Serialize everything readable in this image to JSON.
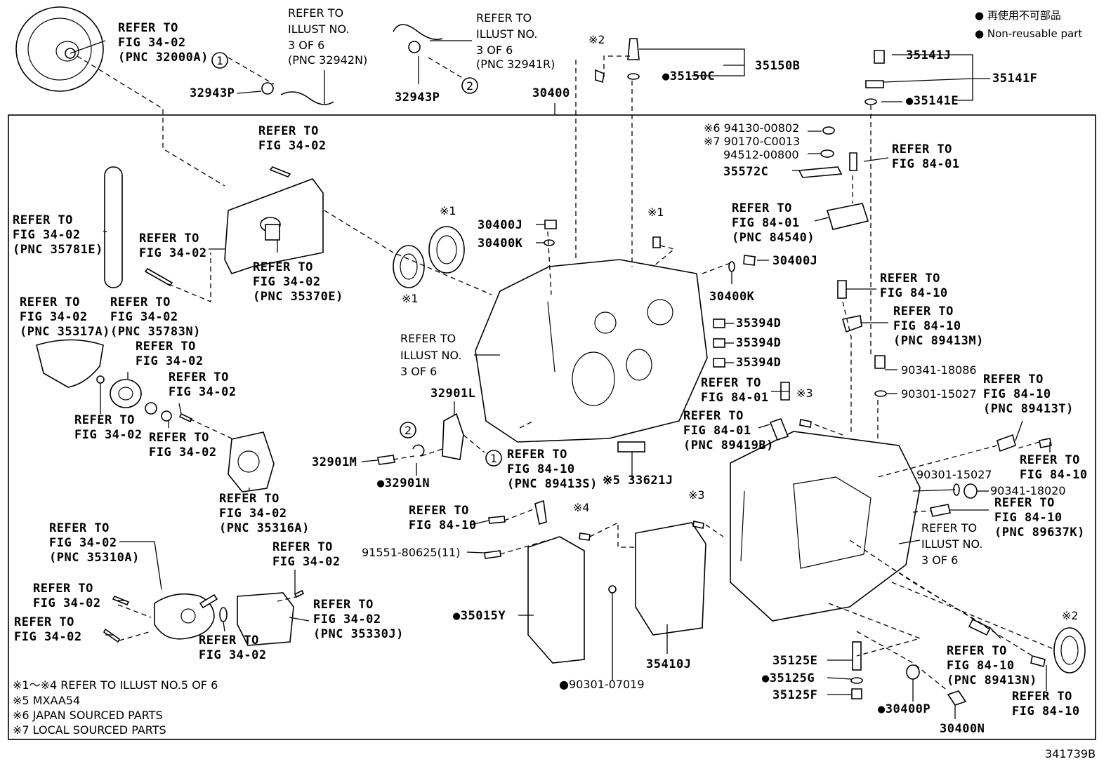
{
  "legend": {
    "line1": "● 再使用不可部品",
    "line2": "● Non-reusable part"
  },
  "diagram_id": "341739B",
  "footnotes": [
    "※1～※4 REFER TO ILLUST NO.5 OF 6",
    "※5 MXAA54",
    "※6 JAPAN SOURCED PARTS",
    "※7 LOCAL SOURCED PARTS"
  ],
  "refs": {
    "torque_converter": [
      "REFER TO",
      "FIG 34-02",
      "(PNC 32000A)"
    ],
    "hose_32942n": [
      "REFER TO",
      "ILLUST NO.",
      "3 OF 6",
      "(PNC 32942N)"
    ],
    "hose_32941r": [
      "REFER TO",
      "ILLUST NO.",
      "3 OF 6",
      "(PNC 32941R)"
    ],
    "bolt_top": [
      "REFER TO",
      "FIG 34-02"
    ],
    "chain": [
      "REFER TO",
      "FIG 34-02",
      "(PNC 35781E)"
    ],
    "bolt_left": [
      "REFER TO",
      "FIG 34-02"
    ],
    "plate_35370e": [
      "REFER TO",
      "FIG 34-02",
      "(PNC 35370E)"
    ],
    "cover_35317a": [
      "REFER TO",
      "FIG 34-02",
      "(PNC 35317A)"
    ],
    "gear_35783n": [
      "REFER TO",
      "FIG 34-02",
      "(PNC 35783N)"
    ],
    "ring_a": [
      "REFER TO",
      "FIG 34-02"
    ],
    "bolt_b": [
      "REFER TO",
      "FIG 34-02"
    ],
    "snap_a": [
      "REFER TO",
      "FIG 34-02"
    ],
    "snap_b": [
      "REFER TO",
      "FIG 34-02"
    ],
    "cover_35316a": [
      "REFER TO",
      "FIG 34-02",
      "(PNC 35316A)"
    ],
    "pump_35310a": [
      "REFER TO",
      "FIG 34-02",
      "(PNC 35310A)"
    ],
    "bolt_c": [
      "REFER TO",
      "FIG 34-02"
    ],
    "bolt_d": [
      "REFER TO",
      "FIG 34-02"
    ],
    "ring_b": [
      "REFER TO",
      "FIG 34-02"
    ],
    "bolt_e": [
      "REFER TO",
      "FIG 34-02"
    ],
    "strainer_35330j": [
      "REFER TO",
      "FIG 34-02",
      "(PNC 35330J)"
    ],
    "illust_3of6_center": [
      "REFER TO",
      "ILLUST NO.",
      "3 OF 6"
    ],
    "sensor_89413s": [
      "REFER TO",
      "FIG 84-10",
      "(PNC 89413S)"
    ],
    "bolt_8410_a": [
      "REFER TO",
      "FIG 84-10"
    ],
    "bolt_8401_a": [
      "REFER TO",
      "FIG 84-01"
    ],
    "switch_84540": [
      "REFER TO",
      "FIG 84-01",
      "(PNC 84540)"
    ],
    "bolt_8410_b": [
      "REFER TO",
      "FIG 84-10"
    ],
    "sensor_89413m": [
      "REFER TO",
      "FIG 84-10",
      "(PNC 89413M)"
    ],
    "bolt_8401_b": [
      "REFER TO",
      "FIG 84-01"
    ],
    "sensor_89419b": [
      "REFER TO",
      "FIG 84-01",
      "(PNC 89419B)"
    ],
    "sensor_89413t": [
      "REFER TO",
      "FIG 84-10",
      "(PNC 89413T)"
    ],
    "bolt_8410_c": [
      "REFER TO",
      "FIG 84-10"
    ],
    "sensor_89637k": [
      "REFER TO",
      "FIG 84-10",
      "(PNC 89637K)"
    ],
    "illust_3of6_right": [
      "REFER TO",
      "ILLUST NO.",
      "3 OF 6"
    ],
    "sensor_89413n": [
      "REFER TO",
      "FIG 84-10",
      "(PNC 89413N)"
    ],
    "bolt_8410_d": [
      "REFER TO",
      "FIG 84-10"
    ]
  },
  "callouts": {
    "p32943p_a": "32943P",
    "p32943p_b": "32943P",
    "p30400": "30400",
    "p35150b": "35150B",
    "p35150c": "●35150C",
    "p35141j": "35141J",
    "p35141f": "35141F",
    "p35141e": "●35141E",
    "p94130": "※6 94130-00802",
    "p90170": "※7 90170-C0013",
    "p94512": "94512-00800",
    "p35572c": "35572C",
    "p30400j_a": "30400J",
    "p30400k_a": "30400K",
    "p30400j_b": "30400J",
    "p30400k_b": "30400K",
    "p35394d_a": "35394D",
    "p35394d_b": "35394D",
    "p35394d_c": "35394D",
    "p90341_18086": "90341-18086",
    "p90301_15027_a": "90301-15027",
    "p32901l": "32901L",
    "p32901m": "32901M",
    "p32901n": "●32901N",
    "p33621j": "※5 33621J",
    "p90301_15027_b": "90301-15027",
    "p90341_18020": "90341-18020",
    "p91551": "91551-80625(11)",
    "p35015y": "●35015Y",
    "p35410j": "35410J",
    "p90301_07019": "●90301-07019",
    "p35125e": "35125E",
    "p35125g": "●35125G",
    "p35125f": "35125F",
    "p30400p": "●30400P",
    "p30400n": "30400N"
  },
  "marks": {
    "m2_top": "※2",
    "m1_seal_top": "※1",
    "m1_seal_bottom": "※1",
    "m1_bolt": "※1",
    "m3_a": "※3",
    "m3_b": "※3",
    "m4": "※4",
    "m2_right": "※2"
  },
  "circles": {
    "c1_top": "1",
    "c2_top": "2",
    "c2_mid": "2",
    "c1_mid": "1"
  }
}
